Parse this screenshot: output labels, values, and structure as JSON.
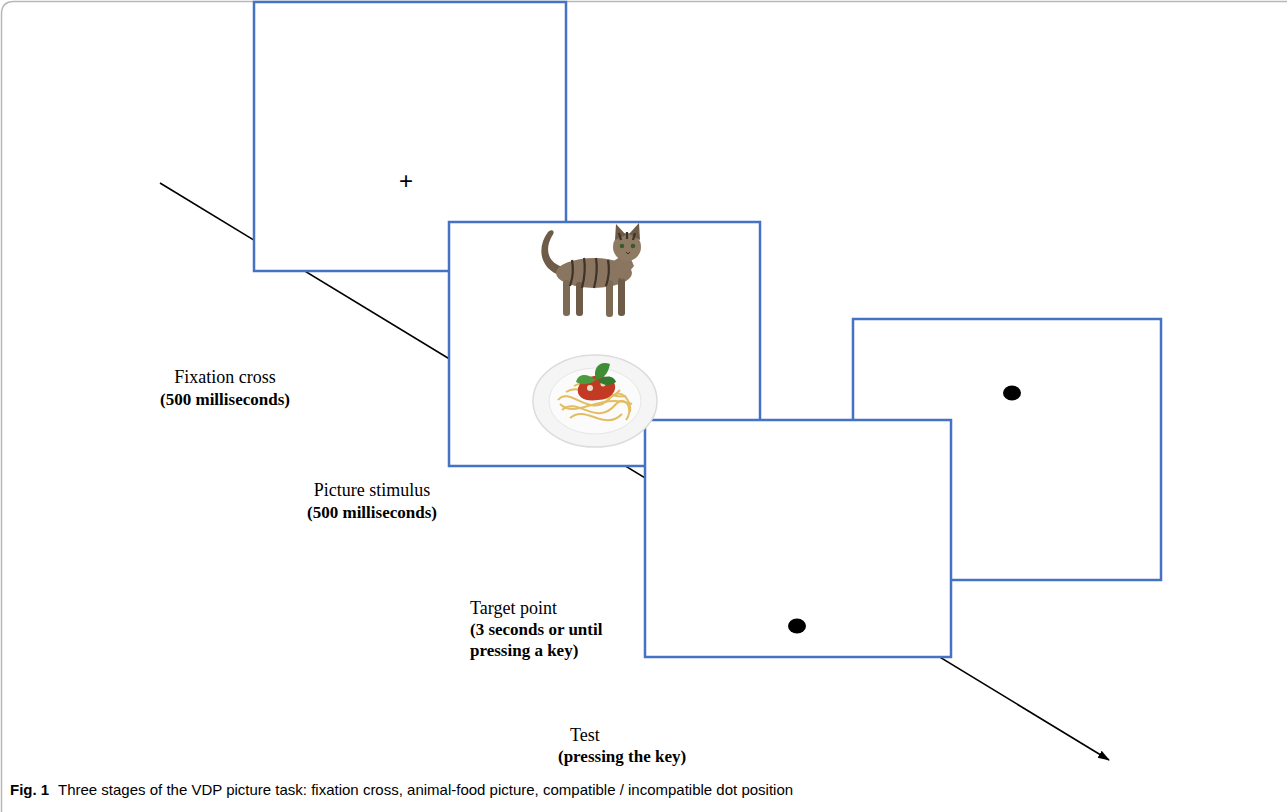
{
  "diagram": {
    "caption": "Three stages of the VDP picture task: fixation cross, animal-food picture, compatible / incompatible dot position",
    "labels": [
      "+",
      "Fixation cross",
      "(500 milliseconds)",
      "Picture stimulus",
      "(500 milliseconds)",
      "Target point",
      "(3 seconds or until pressing a key)",
      "Test",
      "(pressing the key)",
      "Fig. 1"
    ]
  }
}
